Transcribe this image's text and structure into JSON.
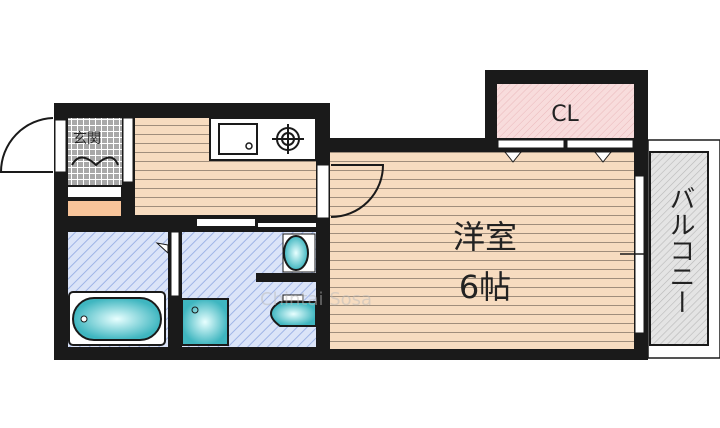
{
  "plan": {
    "entrance_label": "玄関",
    "closet_label": "CL",
    "room_label": "洋室",
    "room_size": "6帖",
    "balcony_label": "バルコニー",
    "watermark": "Chintai Sosa"
  },
  "colors": {
    "wall": "#1a1a1a",
    "floor_wood": "#f7dcc0",
    "wet_area": "#c9d8f5",
    "closet": "#f6d6d8",
    "balcony": "#d8d8d8",
    "fixture": "#5fc6cc",
    "entrance_tile": "#a8a8a8",
    "step": "#f8c49a"
  }
}
